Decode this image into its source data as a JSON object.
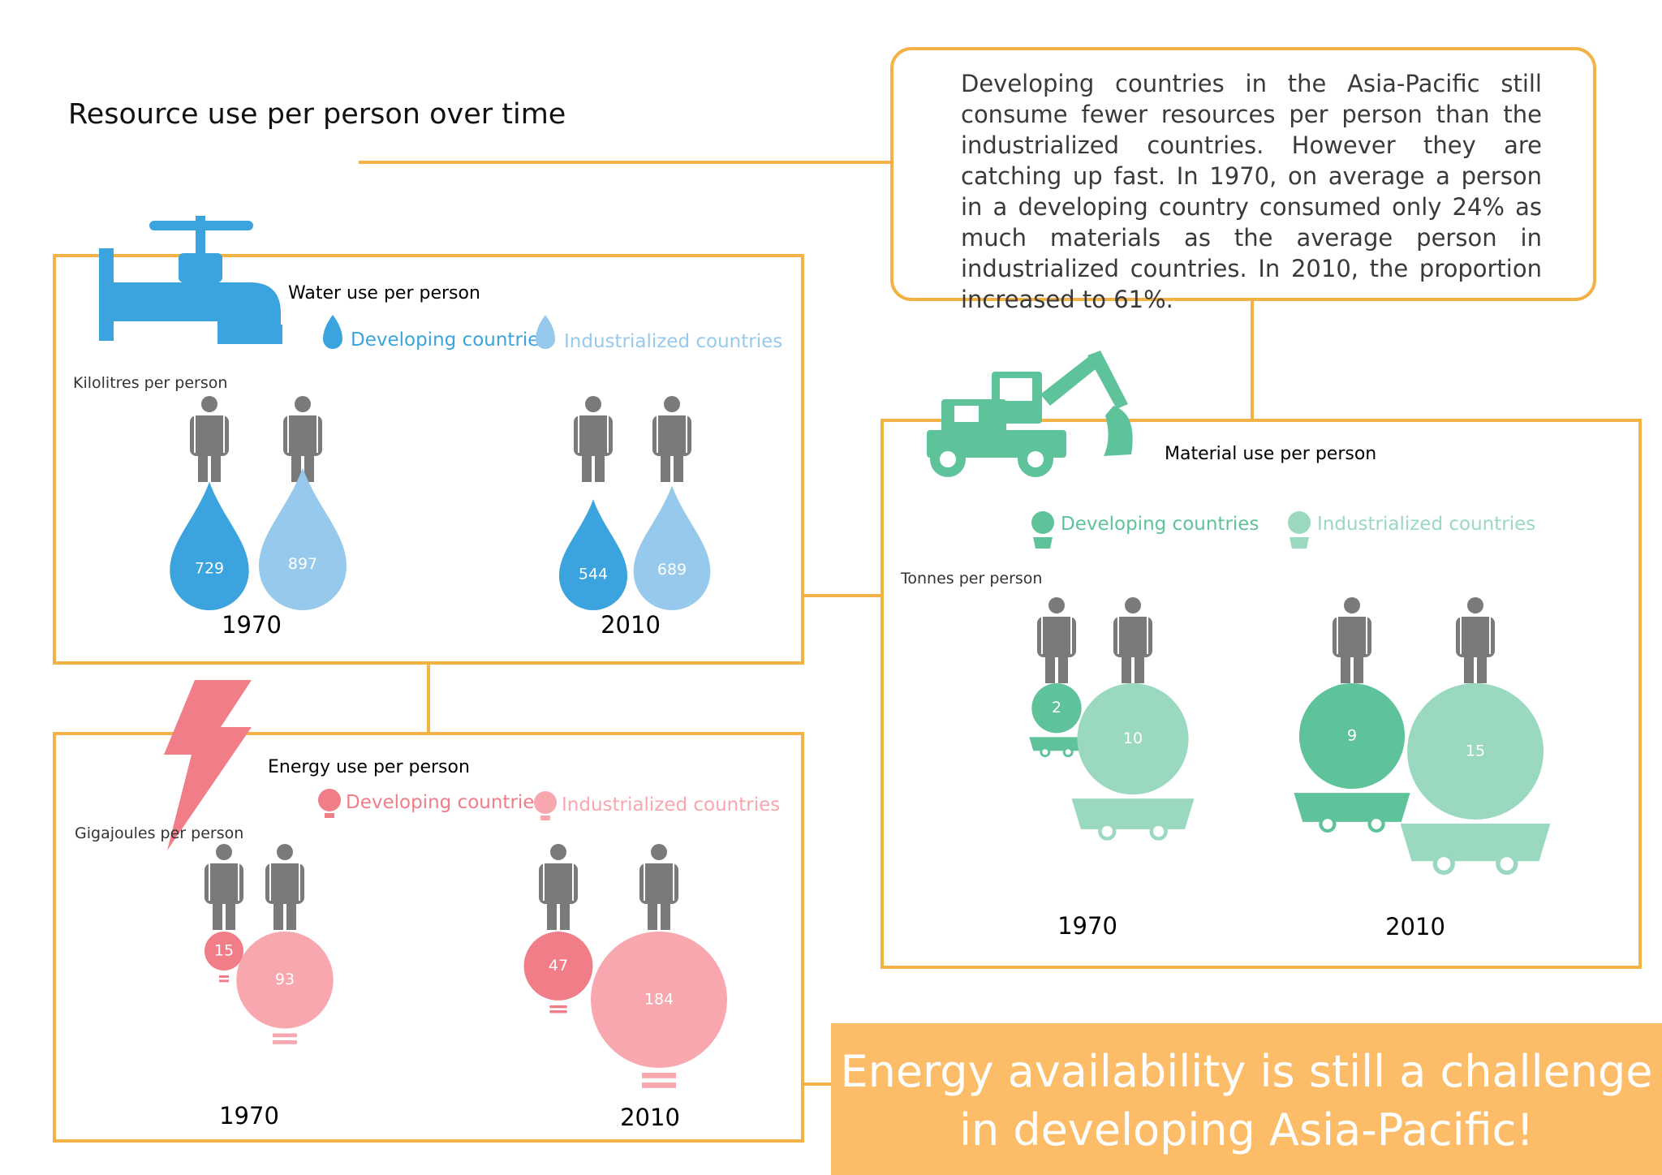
{
  "page_title": "Resource use per person over time",
  "info_text": "Developing countries in the Asia-Pacific still consume fewer resources per person than the industrialized countries. However they are catching up fast. In 1970, on average a person in a developing country consumed only 24% as much materials as the average person in industrialized countries. In 2010, the proportion increased to 61%.",
  "banner_text": "Energy availability is still a challenge in developing Asia-Pacific!",
  "colors": {
    "frame": "#f4b146",
    "person": "#7a7a7a",
    "water_dev": "#3ba3dd",
    "water_ind": "#96c9ec",
    "material_dev": "#5ec39a",
    "material_ind": "#9ad8c0",
    "energy_dev": "#f07d87",
    "energy_ind": "#f8a7ae",
    "banner": "#fcbc68"
  },
  "icons": [
    "water-tap-icon",
    "excavator-icon",
    "lightning-bolt-icon",
    "person-icon",
    "water-drop-icon",
    "mine-cart-icon",
    "light-bulb-icon"
  ],
  "chart_data": [
    {
      "type": "bubble",
      "id": "water",
      "title": "Water use per person",
      "ylabel": "Kilolitres per person",
      "categories": [
        "1970",
        "2010"
      ],
      "series": [
        {
          "name": "Developing countries",
          "values": [
            729,
            544
          ]
        },
        {
          "name": "Industrialized countries",
          "values": [
            897,
            689
          ]
        }
      ]
    },
    {
      "type": "bubble",
      "id": "material",
      "title": "Material use per person",
      "ylabel": "Tonnes per person",
      "categories": [
        "1970",
        "2010"
      ],
      "series": [
        {
          "name": "Developing countries",
          "values": [
            2,
            9
          ]
        },
        {
          "name": "Industrialized countries",
          "values": [
            10,
            15
          ]
        }
      ]
    },
    {
      "type": "bubble",
      "id": "energy",
      "title": "Energy use per person",
      "ylabel": "Gigajoules per person",
      "categories": [
        "1970",
        "2010"
      ],
      "series": [
        {
          "name": "Developing countries",
          "values": [
            15,
            47
          ]
        },
        {
          "name": "Industrialized countries",
          "values": [
            93,
            184
          ]
        }
      ]
    }
  ]
}
